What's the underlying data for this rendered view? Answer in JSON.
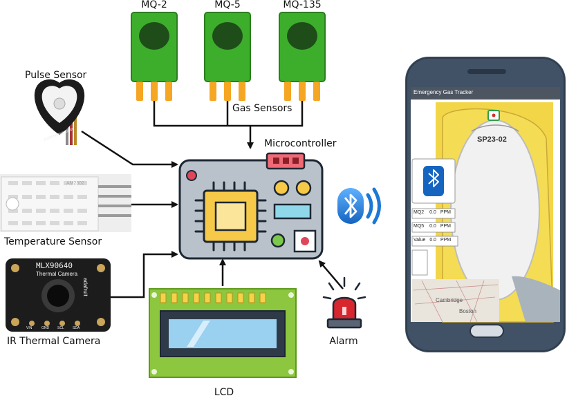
{
  "labels": {
    "mq2": "MQ-2",
    "mq5": "MQ-5",
    "mq135": "MQ-135",
    "gas_sensors": "Gas Sensors",
    "pulse_sensor": "Pulse Sensor",
    "temperature_sensor": "Temperature Sensor",
    "ir_thermal_camera": "IR Thermal Camera",
    "microcontroller": "Microcontroller",
    "lcd": "LCD",
    "alarm": "Alarm"
  },
  "device_prints": {
    "pulse_ring": "pulsesensor.com",
    "dht_print": "AM2302",
    "camera_model": "MLX90640",
    "camera_sub": "Thermal Camera",
    "camera_brand": "adafruit",
    "pin_vin": "VIN",
    "pin_gnd": "GND",
    "pin_scl": "SCL",
    "pin_sda": "SDA"
  },
  "phone": {
    "app_title": "Emergency Gas Tracker",
    "device_id": "SP23-02",
    "readings": [
      {
        "name": "MQ2",
        "value": "0.0",
        "unit": "PPM"
      },
      {
        "name": "MQ5",
        "value": "0.0",
        "unit": "PPM"
      },
      {
        "name": "Value",
        "value": "0.0",
        "unit": "PPM"
      }
    ],
    "map_labels": [
      "Cambridge",
      "Boston"
    ]
  },
  "icons": [
    "bluetooth-icon",
    "alarm-siren-icon",
    "chip-icon",
    "lcd-display-icon"
  ],
  "colors": {
    "sensor_green": "#3dae2b",
    "sensor_pin": "#f5a623",
    "chip_yellow": "#f7c948",
    "board_grey": "#b9c1ca",
    "lcd_green": "#8dc63f",
    "lcd_screen": "#9ad0f0",
    "alarm_red": "#d7262e",
    "bluetooth_blue": "#1c78d4",
    "phone_body": "#415266"
  }
}
